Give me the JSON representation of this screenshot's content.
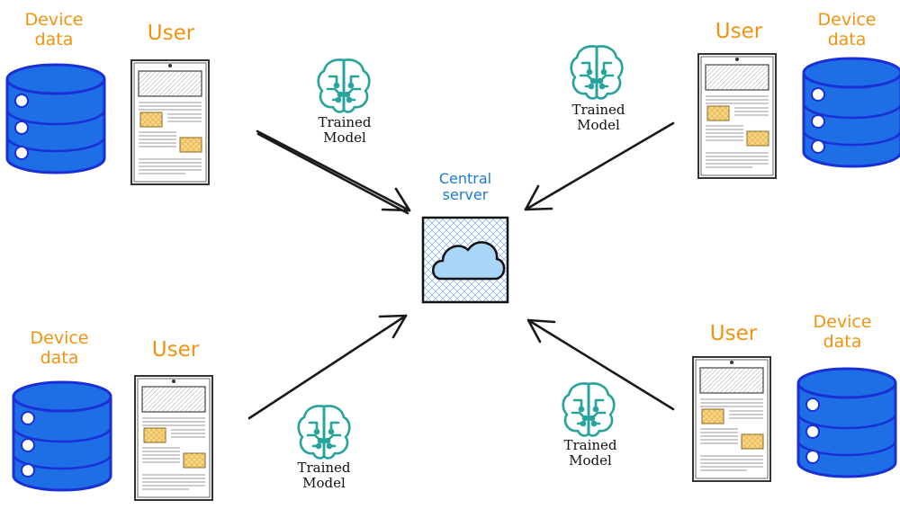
{
  "device_label_line1": "Device",
  "device_label_line2": "data",
  "user_label": "User",
  "model_label_line1": "Trained",
  "model_label_line2": "Model",
  "server_label_line1": "Central",
  "server_label_line2": "server",
  "colors": {
    "database_fill": "#1e6ee6",
    "database_stroke": "#1a2fd6",
    "label_orange": "#f0930f",
    "server_label_blue": "#1a7ad2",
    "brain_teal": "#26a39a",
    "cloud_fill": "#a9d5f7",
    "server_hatch": "#8cb7f0",
    "doc_image_fill": "#f7d685"
  },
  "icons": [
    "database-icon",
    "tablet-icon",
    "brain-circuit-icon",
    "cloud-icon",
    "arrow-icon"
  ]
}
